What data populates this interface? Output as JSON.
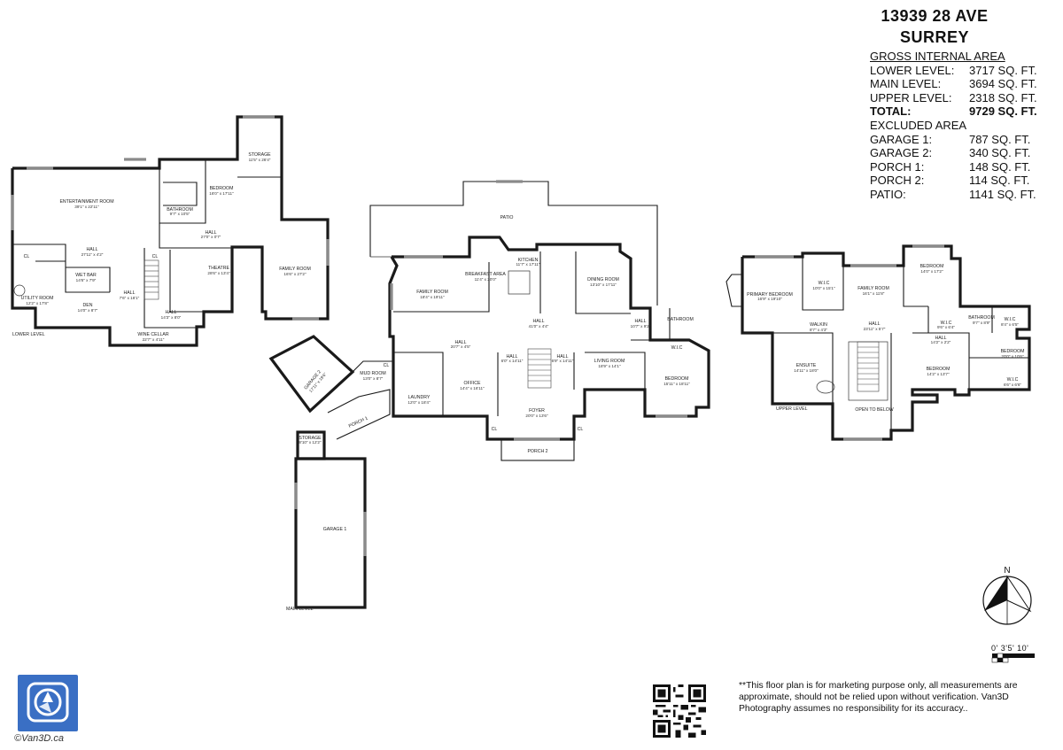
{
  "header": {
    "address_line1": "13939 28 AVE",
    "address_line2": "SURREY"
  },
  "areas": {
    "heading": "GROSS INTERNAL AREA",
    "rows": [
      {
        "label": "LOWER LEVEL:",
        "value": "3717 SQ. FT."
      },
      {
        "label": "MAIN LEVEL:",
        "value": "3694 SQ. FT."
      },
      {
        "label": "UPPER LEVEL:",
        "value": "2318 SQ. FT."
      }
    ],
    "total": {
      "label": "TOTAL:",
      "value": "9729 SQ. FT."
    },
    "excluded_heading": "EXCLUDED AREA",
    "excluded": [
      {
        "label": "GARAGE 1:",
        "value": "787 SQ. FT."
      },
      {
        "label": "GARAGE 2:",
        "value": "340 SQ. FT."
      },
      {
        "label": "PORCH 1:",
        "value": "148 SQ. FT."
      },
      {
        "label": "PORCH 2:",
        "value": "114 SQ. FT."
      },
      {
        "label": "PATIO:",
        "value": "1141 SQ. FT."
      }
    ]
  },
  "levels": {
    "lower": "LOWER LEVEL",
    "main": "MAIN LEVEL",
    "upper": "UPPER LEVEL"
  },
  "rooms": {
    "storage_lower": {
      "name": "STORAGE",
      "dim": "11'5\" x 26'4\""
    },
    "entertainment": {
      "name": "ENTERTAINMENT ROOM",
      "dim": "39'1\" x 22'11\""
    },
    "bedroom_lower": {
      "name": "BEDROOM",
      "dim": "16'0\" x 17'11\""
    },
    "bathroom_lower": {
      "name": "BATHROOM",
      "dim": "9'7\" x 10'5\""
    },
    "hall_lower_top": {
      "name": "HALL",
      "dim": "27'0\" x 0'7\""
    },
    "family_lower": {
      "name": "FAMILY ROOM",
      "dim": "16'6\" x 27'2\""
    },
    "theatre": {
      "name": "THEATRE",
      "dim": "28'6\" x 13'4\""
    },
    "hall_lower_mid": {
      "name": "HALL",
      "dim": "27'11\" x 4'2\""
    },
    "wet_bar": {
      "name": "WET BAR",
      "dim": "14'6\" x 7'9\""
    },
    "hall_lower_side": {
      "name": "HALL",
      "dim": "7'6\" x 16'1\""
    },
    "den": {
      "name": "DEN",
      "dim": "14'0\" x 8'7\""
    },
    "utility": {
      "name": "UTILITY ROOM",
      "dim": "12'2\" x 17'8\""
    },
    "hall_lower_bot": {
      "name": "HALL",
      "dim": "14'3\" x 8'0\""
    },
    "wine": {
      "name": "WINE CELLAR",
      "dim": "22'7\" x 4'11\""
    },
    "cl": "CL",
    "patio": {
      "name": "PATIO"
    },
    "breakfast": {
      "name": "BREAKFAST AREA",
      "dim": "11'4\" x 20'0\""
    },
    "kitchen": {
      "name": "KITCHEN",
      "dim": "11'7\" x 17'11\""
    },
    "family_main": {
      "name": "FAMILY ROOM",
      "dim": "18'4\" x 19'11\""
    },
    "dining": {
      "name": "DINING ROOM",
      "dim": "13'10\" x 17'11\""
    },
    "hall_main_center": {
      "name": "HALL",
      "dim": "41'0\" x 4'4\""
    },
    "hall_main_left": {
      "name": "HALL",
      "dim": "20'7\" x 4'5\""
    },
    "hall_main_a": {
      "name": "HALL",
      "dim": "6'0\" x 14'11\""
    },
    "hall_main_b": {
      "name": "HALL",
      "dim": "6'9\" x 14'11\""
    },
    "living": {
      "name": "LIVING ROOM",
      "dim": "18'9\" x 14'1\""
    },
    "hall_main_right": {
      "name": "HALL",
      "dim": "10'7\" x 9'2\""
    },
    "bathroom_main": {
      "name": "BATHROOM"
    },
    "wic_main": {
      "name": "W.I.C"
    },
    "bedroom_main": {
      "name": "BEDROOM",
      "dim": "15'11\" x 18'11\""
    },
    "office": {
      "name": "OFFICE",
      "dim": "14'4\" x 16'11\""
    },
    "laundry": {
      "name": "LAUNDRY",
      "dim": "12'0\" x 18'4\""
    },
    "mud": {
      "name": "MUD ROOM",
      "dim": "13'0\" x 8'7\""
    },
    "foyer": {
      "name": "FOYER",
      "dim": "20'0\" x 13'6\""
    },
    "porch2": {
      "name": "PORCH 2"
    },
    "garage2": {
      "name": "GARAGE 2",
      "dim": "17'11\" x 19'6\""
    },
    "porch1": {
      "name": "PORCH 1"
    },
    "storage_main": {
      "name": "STORAGE",
      "dim": "8'10\" x 12'2\""
    },
    "garage1": {
      "name": "GARAGE 1"
    },
    "primary": {
      "name": "PRIMARY BEDROOM",
      "dim": "16'9\" x 19'10\""
    },
    "wic_upper_a": {
      "name": "W.I.C",
      "dim": "10'0\" x 15'1\""
    },
    "family_upper": {
      "name": "FAMILY ROOM",
      "dim": "16'1\" x 11'8\""
    },
    "bedroom_upper_a": {
      "name": "BEDROOM",
      "dim": "14'0\" x 17'2\""
    },
    "walkin": {
      "name": "WALKIN",
      "dim": "8'7\" x 4'3\""
    },
    "hall_upper": {
      "name": "HALL",
      "dim": "23'11\" x 5'7\""
    },
    "bathroom_upper": {
      "name": "BATHROOM",
      "dim": "9'7\" x 8'9\""
    },
    "wic_upper_b": {
      "name": "W.I.C",
      "dim": "9'6\" x 6'4\""
    },
    "wic_upper_c": {
      "name": "W.I.C",
      "dim": "8'4\" x 6'5\""
    },
    "hall_upper_b": {
      "name": "HALL",
      "dim": "14'2\" x 2'2\""
    },
    "bedroom_upper_b": {
      "name": "BEDROOM",
      "dim": "20'0\" x 10'6\""
    },
    "ensuite": {
      "name": "ENSUITE",
      "dim": "14'11\" x 18'0\""
    },
    "bedroom_upper_c": {
      "name": "BEDROOM",
      "dim": "14'2\" x 13'7\""
    },
    "wic_upper_d": {
      "name": "W.I.C",
      "dim": "6'6\" x 6'6\""
    },
    "open_below": {
      "name": "OPEN TO BELOW"
    }
  },
  "compass": {
    "north": "N"
  },
  "scale": {
    "labels": "0'  3'5'    10'"
  },
  "disclaimer": "**This floor plan is for marketing purpose only, all measurements are approximate, should not be relied upon without verification. Van3D Photography assumes no responsibility for its accuracy..",
  "brand": "©Van3D.ca",
  "colors": {
    "logo": "#3a6fc4",
    "walls": "#1a1a1a",
    "windows": "#8a8a8a"
  }
}
